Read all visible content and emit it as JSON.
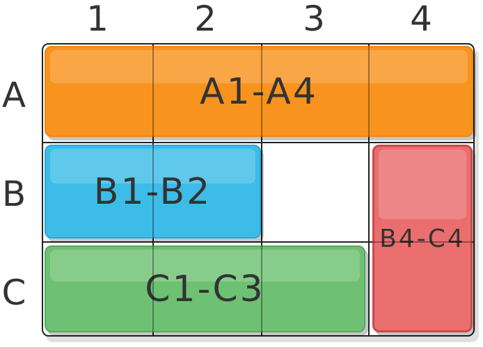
{
  "columns": [
    "1",
    "2",
    "3",
    "4"
  ],
  "rows": [
    "A",
    "B",
    "C"
  ],
  "cells": [
    {
      "label": "A1-A4",
      "color": "#f7931e"
    },
    {
      "label": "B1-B2",
      "color": "#3dbce7"
    },
    {
      "label": "C1-C3",
      "color": "#6ec173"
    },
    {
      "label": "B4-C4",
      "color": "#eb6e6e"
    }
  ]
}
